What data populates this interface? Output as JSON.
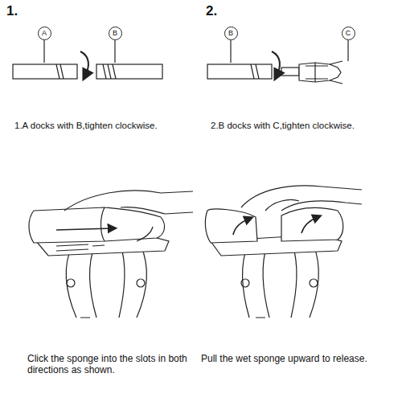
{
  "diagram": {
    "nodes": [
      {
        "text": [
          "A"
        ]
      },
      {
        "text": [
          "B"
        ]
      },
      {
        "text": [
          "B"
        ]
      },
      {
        "text": [
          "C"
        ]
      }
    ],
    "labels": [
      "1.",
      "2.",
      "1.A docks with B,tighten clockwise.",
      "2.B docks with C,tighten clockwise.",
      "Click the sponge into the slots in both directions as shown.",
      "Pull the wet sponge upward to release."
    ]
  }
}
